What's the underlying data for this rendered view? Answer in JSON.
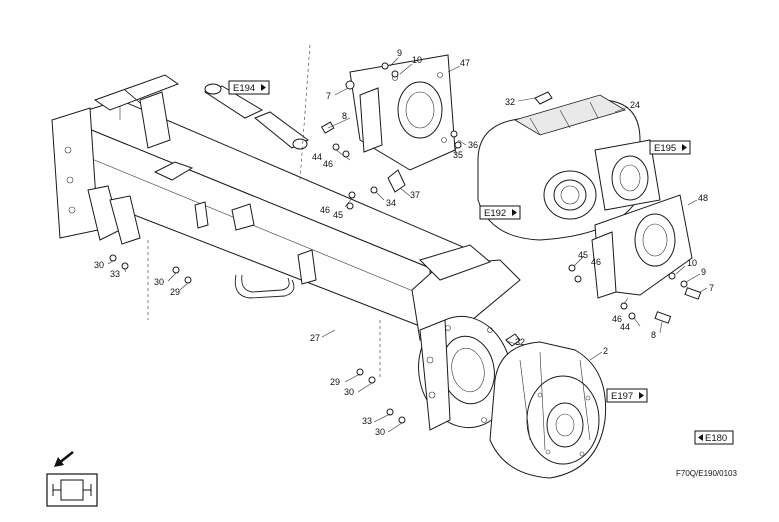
{
  "diagram": {
    "code": "F70Q/E190/0103",
    "refs": {
      "e194": "E194",
      "e195": "E195",
      "e192": "E192",
      "e197": "E197",
      "e180": "E180"
    },
    "callouts": {
      "c9a": "9",
      "c10a": "10",
      "c47": "47",
      "c7a": "7",
      "c8a": "8",
      "c32a": "32",
      "c24": "24",
      "c44a": "44",
      "c46a": "46",
      "c36": "36",
      "c35": "35",
      "c37": "37",
      "c34": "34",
      "c46b": "46",
      "c45a": "45",
      "c48": "48",
      "c45b": "45",
      "c46c": "46",
      "c10b": "10",
      "c9b": "9",
      "c7b": "7",
      "c46d": "46",
      "c44b": "44",
      "c8b": "8",
      "c30a": "30",
      "c33a": "33",
      "c30b": "30",
      "c29a": "29",
      "c27": "27",
      "c32b": "32",
      "c2": "2",
      "c29b": "29",
      "c30c": "30",
      "c33b": "33",
      "c30d": "30"
    }
  }
}
